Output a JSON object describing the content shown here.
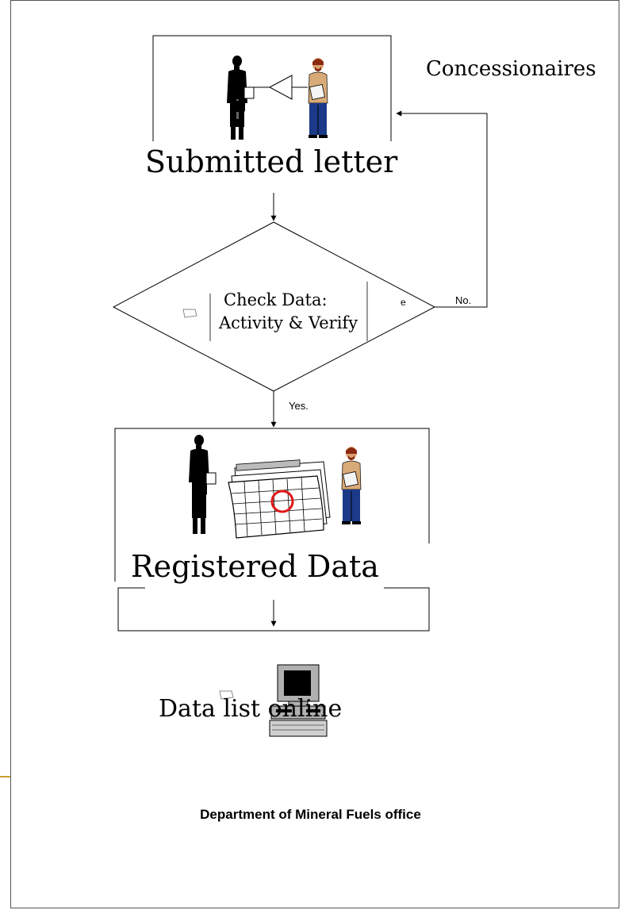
{
  "diagram": {
    "nodes": {
      "submitted_letter": "Submitted letter",
      "check_line1": "Check Data:",
      "check_line2": "Activity & Verify",
      "registered_data": "Registered Data",
      "data_list_online": "Data list online"
    },
    "external": {
      "concessionaires": "Concessionaires"
    },
    "edges": {
      "no": "No.",
      "yes": "Yes."
    },
    "footer": "Department of Mineral Fuels office"
  },
  "colors": {
    "line": "#000000",
    "skin": "#d9a070",
    "shirt": "#d8aa78",
    "jeans": "#1c3a8a",
    "hair": "#8b2a10",
    "circle": "#e01818",
    "monitor": "#b0b0b0",
    "screen": "#000000"
  },
  "icons": [
    "businesswoman-icon",
    "man-with-clipboard-icon",
    "calendar-icon",
    "computer-icon",
    "pushpin-icon"
  ]
}
